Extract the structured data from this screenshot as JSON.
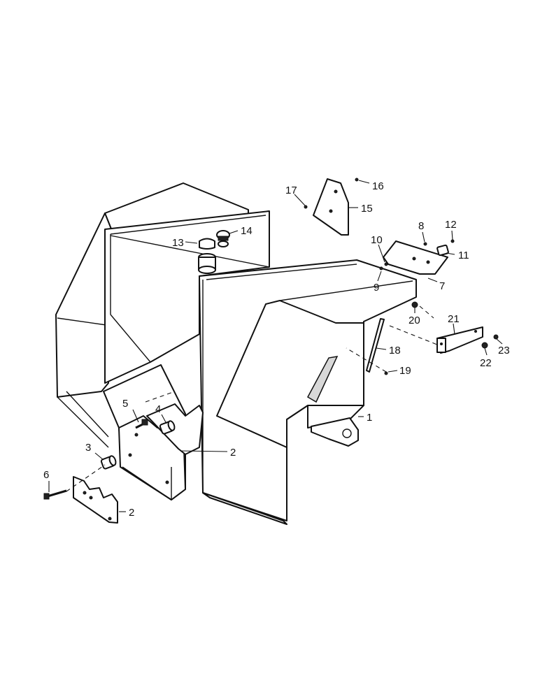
{
  "callouts": [
    {
      "id": "c1",
      "label": "1"
    },
    {
      "id": "c2a",
      "label": "2"
    },
    {
      "id": "c2b",
      "label": "2"
    },
    {
      "id": "c3",
      "label": "3"
    },
    {
      "id": "c4",
      "label": "4"
    },
    {
      "id": "c5",
      "label": "5"
    },
    {
      "id": "c6",
      "label": "6"
    },
    {
      "id": "c7",
      "label": "7"
    },
    {
      "id": "c8",
      "label": "8"
    },
    {
      "id": "c9",
      "label": "9"
    },
    {
      "id": "c10",
      "label": "10"
    },
    {
      "id": "c11",
      "label": "11"
    },
    {
      "id": "c12",
      "label": "12"
    },
    {
      "id": "c13",
      "label": "13"
    },
    {
      "id": "c14",
      "label": "14"
    },
    {
      "id": "c15",
      "label": "15"
    },
    {
      "id": "c16",
      "label": "16"
    },
    {
      "id": "c17",
      "label": "17"
    },
    {
      "id": "c18",
      "label": "18"
    },
    {
      "id": "c19",
      "label": "19"
    },
    {
      "id": "c20",
      "label": "20"
    },
    {
      "id": "c21",
      "label": "21"
    },
    {
      "id": "c22",
      "label": "22"
    },
    {
      "id": "c23",
      "label": "23"
    }
  ]
}
